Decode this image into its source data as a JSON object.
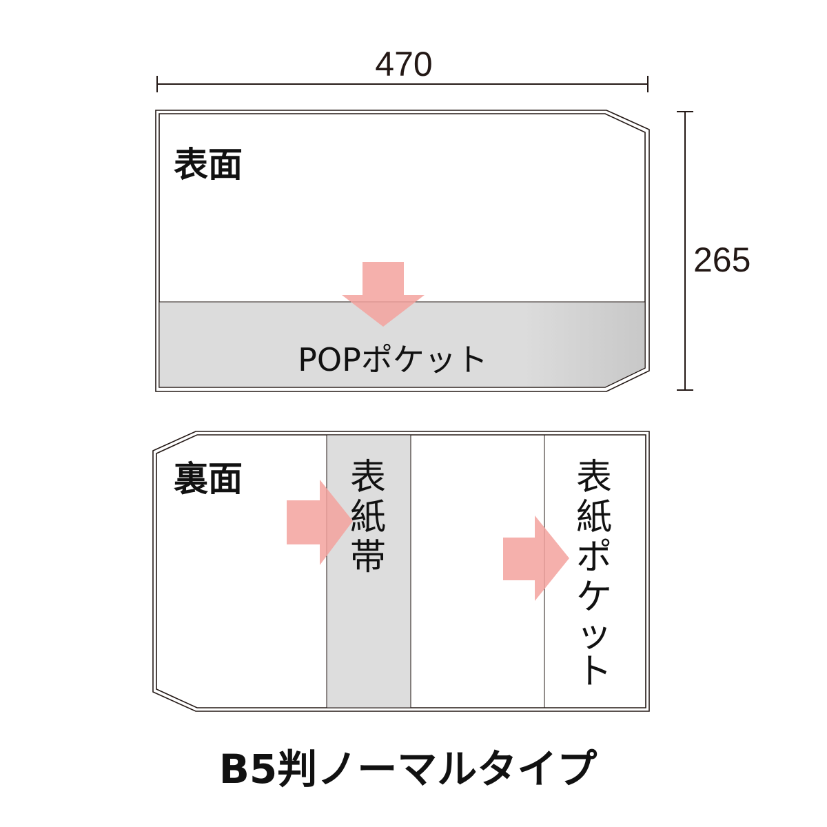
{
  "dimensions": {
    "width_label": "470",
    "height_label": "265"
  },
  "front": {
    "title": "表面",
    "pocket_label": "POPポケット"
  },
  "back": {
    "title": "裏面",
    "band_label": [
      "表",
      "紙",
      "帯"
    ],
    "pocket_label": [
      "表",
      "紙",
      "ポ",
      "ケ",
      "ッ",
      "ト"
    ]
  },
  "caption": "B5判ノーマルタイプ",
  "colors": {
    "arrow": "#f3a29e",
    "pocket_fill": "#dddddd",
    "outline": "#231815"
  }
}
